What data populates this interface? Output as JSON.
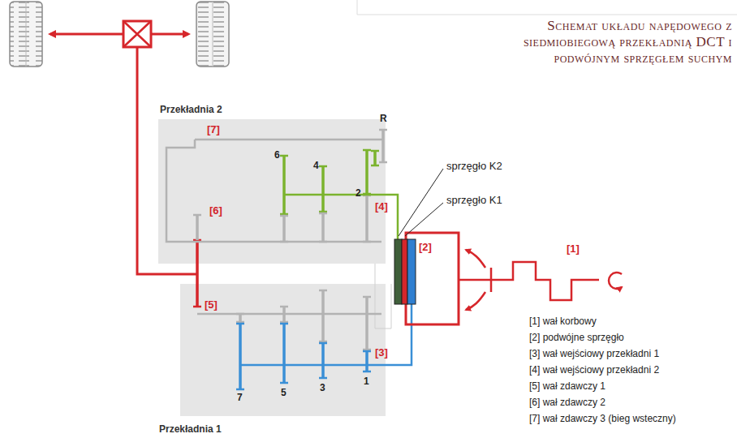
{
  "diagram": {
    "title": "Schemat układu napędowego z siedmiobiegową przekładnią DCT i podwójnym sprzęgłem suchym",
    "nodes": [
      {
        "text": [
          "Przekładnia 2"
        ]
      },
      {
        "text": [
          "Przekładnia 1"
        ]
      }
    ],
    "labels": [
      "R",
      "[7]",
      "6",
      "4",
      "2",
      "[6]",
      "[4]",
      "sprzęgło K2",
      "sprzęgło K1",
      "[2]",
      "[1]",
      "[5]",
      "[3]",
      "7",
      "5",
      "3",
      "1",
      "[1] wał korbowy",
      "[2] podwójne sprzęgło",
      "[3] wał wejściowy przekładni 1",
      "[4] wał wejściowy przekładni 2",
      "[5] wał zdawczy 1",
      "[6] wał zdawczy 2",
      "[7] wał zdawczy 3 (bieg wsteczny)"
    ]
  }
}
